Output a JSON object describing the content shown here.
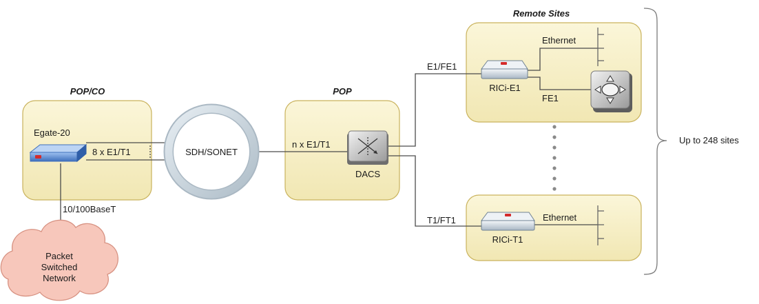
{
  "sections": {
    "pop_co": "POP/CO",
    "pop": "POP",
    "remote_sites": "Remote Sites"
  },
  "devices": {
    "egate": "Egate-20",
    "dacs": "DACS",
    "rici_e1": "RICi-E1",
    "rici_t1": "RICi-T1"
  },
  "network": {
    "ring": "SDH/SONET",
    "cloud": [
      "Packet",
      "Switched",
      "Network"
    ]
  },
  "links": {
    "egate_trunks": "8 x E1/T1",
    "egate_lan": "10/100BaseT",
    "pop_trunks": "n x E1/T1",
    "to_rici_e1": "E1/FE1",
    "to_rici_t1": "T1/FT1",
    "e1_ethernet": "Ethernet",
    "e1_fe1": "FE1",
    "t1_ethernet": "Ethernet"
  },
  "scale_note": "Up to 248 sites",
  "colors": {
    "box_fill": "#f8f2cf",
    "box_stroke": "#c9b25c",
    "ring": "#c9d4dc",
    "cloud_fill": "#f6c9bd",
    "cloud_stroke": "#d58f81",
    "egate_body": "#5b8dd6",
    "brace": "#7a7a7a"
  }
}
